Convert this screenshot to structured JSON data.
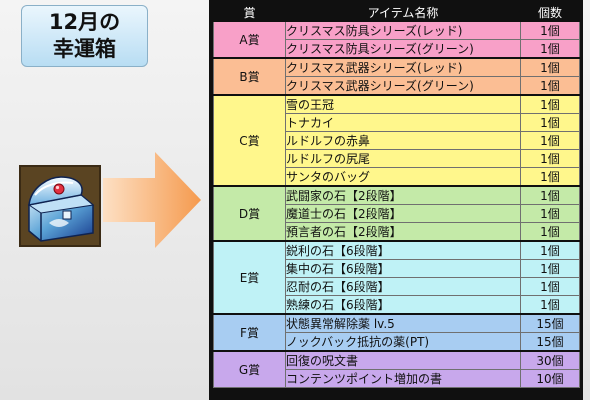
{
  "title": {
    "line1": "12月の",
    "line2": "幸運箱"
  },
  "icons": {
    "chest": "treasure-chest-icon",
    "arrow": "right-arrow-icon"
  },
  "colors": {
    "arrow_start": "#fde0c4",
    "arrow_end": "#f59a4e",
    "A": "#f8a0c8",
    "B": "#fbbe94",
    "C": "#fff78c",
    "D": "#c4eaa8",
    "E": "#bff2f6",
    "F": "#a8cdf2",
    "G": "#c8a8ec"
  },
  "table": {
    "headers": {
      "grade": "賞",
      "item": "アイテム名称",
      "qty": "個数"
    },
    "groups": [
      {
        "grade": "A賞",
        "color_key": "A",
        "items": [
          {
            "name": "クリスマス防具シリーズ(レッド)",
            "qty": "1個"
          },
          {
            "name": "クリスマス防具シリーズ(グリーン)",
            "qty": "1個"
          }
        ]
      },
      {
        "grade": "B賞",
        "color_key": "B",
        "items": [
          {
            "name": "クリスマス武器シリーズ(レッド)",
            "qty": "1個"
          },
          {
            "name": "クリスマス武器シリーズ(グリーン)",
            "qty": "1個"
          }
        ]
      },
      {
        "grade": "C賞",
        "color_key": "C",
        "items": [
          {
            "name": "雪の王冠",
            "qty": "1個"
          },
          {
            "name": "トナカイ",
            "qty": "1個"
          },
          {
            "name": "ルドルフの赤鼻",
            "qty": "1個"
          },
          {
            "name": "ルドルフの尻尾",
            "qty": "1個"
          },
          {
            "name": "サンタのバッグ",
            "qty": "1個"
          }
        ]
      },
      {
        "grade": "D賞",
        "color_key": "D",
        "items": [
          {
            "name": "武闘家の石【2段階】",
            "qty": "1個"
          },
          {
            "name": "魔道士の石【2段階】",
            "qty": "1個"
          },
          {
            "name": "預言者の石【2段階】",
            "qty": "1個"
          }
        ]
      },
      {
        "grade": "E賞",
        "color_key": "E",
        "items": [
          {
            "name": "鋭利の石【6段階】",
            "qty": "1個"
          },
          {
            "name": "集中の石【6段階】",
            "qty": "1個"
          },
          {
            "name": "忍耐の石【6段階】",
            "qty": "1個"
          },
          {
            "name": "熟練の石【6段階】",
            "qty": "1個"
          }
        ]
      },
      {
        "grade": "F賞",
        "color_key": "F",
        "items": [
          {
            "name": "状態異常解除薬 lv.5",
            "qty": "15個"
          },
          {
            "name": "ノックバック抵抗の薬(PT)",
            "qty": "15個"
          }
        ]
      },
      {
        "grade": "G賞",
        "color_key": "G",
        "items": [
          {
            "name": "回復の呪文書",
            "qty": "30個"
          },
          {
            "name": "コンテンツポイント増加の書",
            "qty": "10個"
          }
        ]
      }
    ]
  }
}
